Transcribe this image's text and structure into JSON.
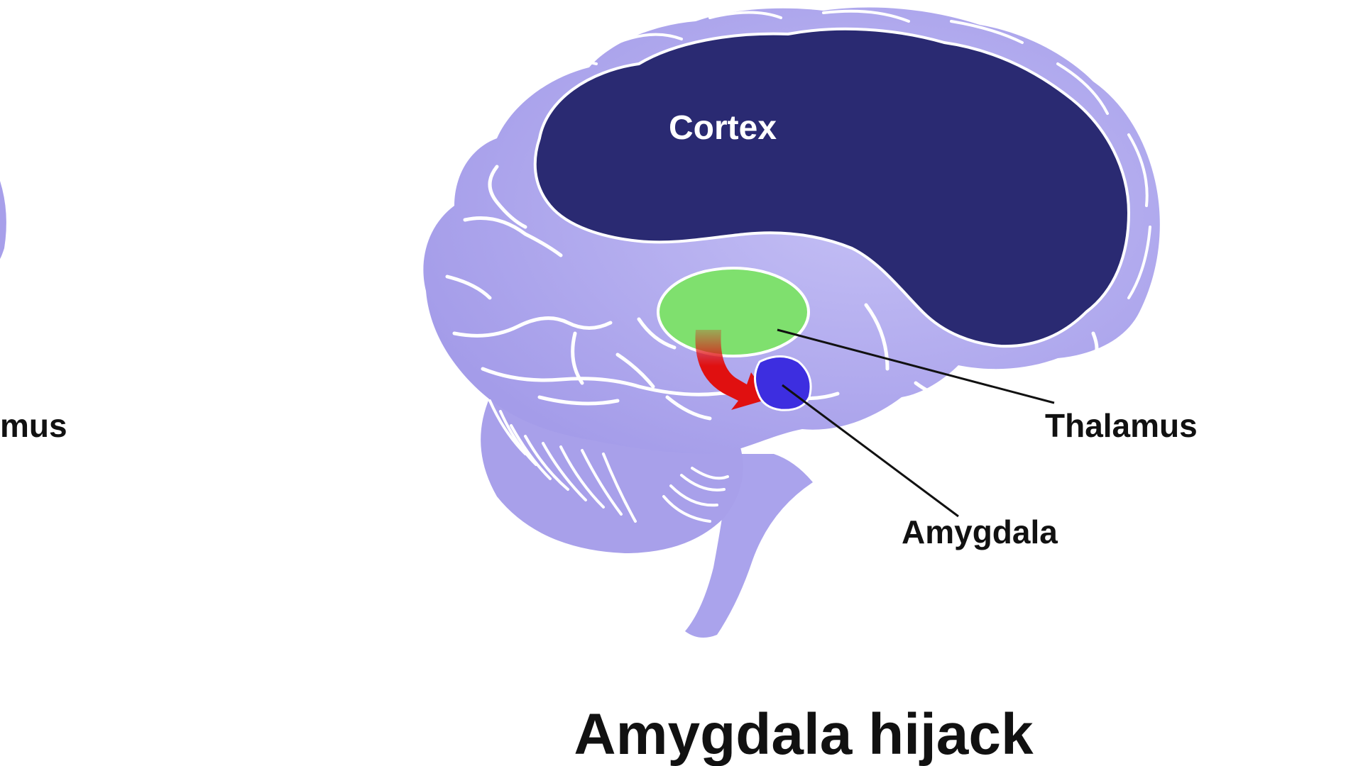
{
  "labels": {
    "cortex": "Cortex",
    "thalamus": "Thalamus",
    "amygdala": "Amygdala",
    "left_partial": "mus"
  },
  "title": "Amygdala hijack",
  "colors": {
    "brain_light": "#b3acf0",
    "brain_mid": "#a39be8",
    "cortex": "#2a2a72",
    "thalamus": "#7fe06e",
    "amygdala": "#3d2ee0",
    "arrow": "#e01010",
    "leader_line": "#111111"
  }
}
